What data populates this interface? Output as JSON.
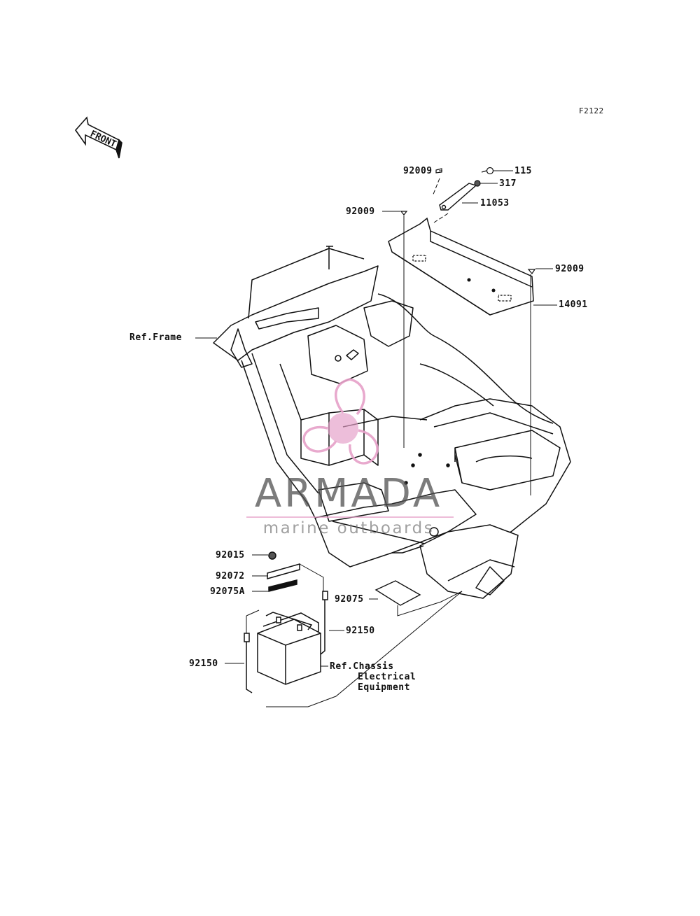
{
  "figure_code": "F2122",
  "front_label": "FRONT",
  "watermark": {
    "title": "ARMADA",
    "subtitle": "marine outboards",
    "logo": "armada-propeller-logo",
    "colors": {
      "logo": "#e6a0c8",
      "text": "#555555"
    }
  },
  "callouts": {
    "p92009_a": "92009",
    "p115": "115",
    "p317": "317",
    "p92009_b": "92009",
    "p11053": "11053",
    "p92009_c": "92009",
    "p14091": "14091",
    "ref_frame": "Ref.Frame",
    "p92015": "92015",
    "p92072": "92072",
    "p92075A": "92075A",
    "p92075": "92075",
    "p92150_a": "92150",
    "p92150_b": "92150",
    "ref_chassis_1": "Ref.Chassis",
    "ref_chassis_2": "Electrical",
    "ref_chassis_3": "Equipment"
  }
}
